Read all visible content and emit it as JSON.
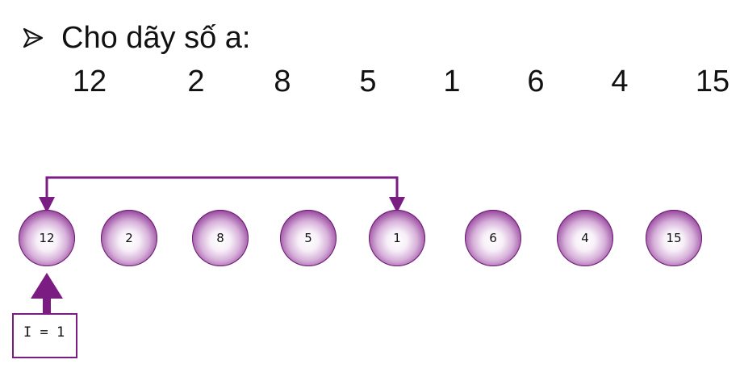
{
  "heading": {
    "icon": "arrowhead-bullet-icon",
    "text": "Cho dãy số a:"
  },
  "sequence": [
    "12",
    "2",
    "8",
    "5",
    "1",
    "6",
    "4",
    "15"
  ],
  "nodes": [
    "12",
    "2",
    "8",
    "5",
    "1",
    "6",
    "4",
    "15"
  ],
  "swap_arrow": {
    "from_value": "12",
    "to_value": "1"
  },
  "index_marker": {
    "label": "I = 1",
    "points_to": "12"
  },
  "colors": {
    "accent": "#7a1c82",
    "node_dark": "#5f1166",
    "node_light": "#ffffff",
    "text": "#111111"
  }
}
